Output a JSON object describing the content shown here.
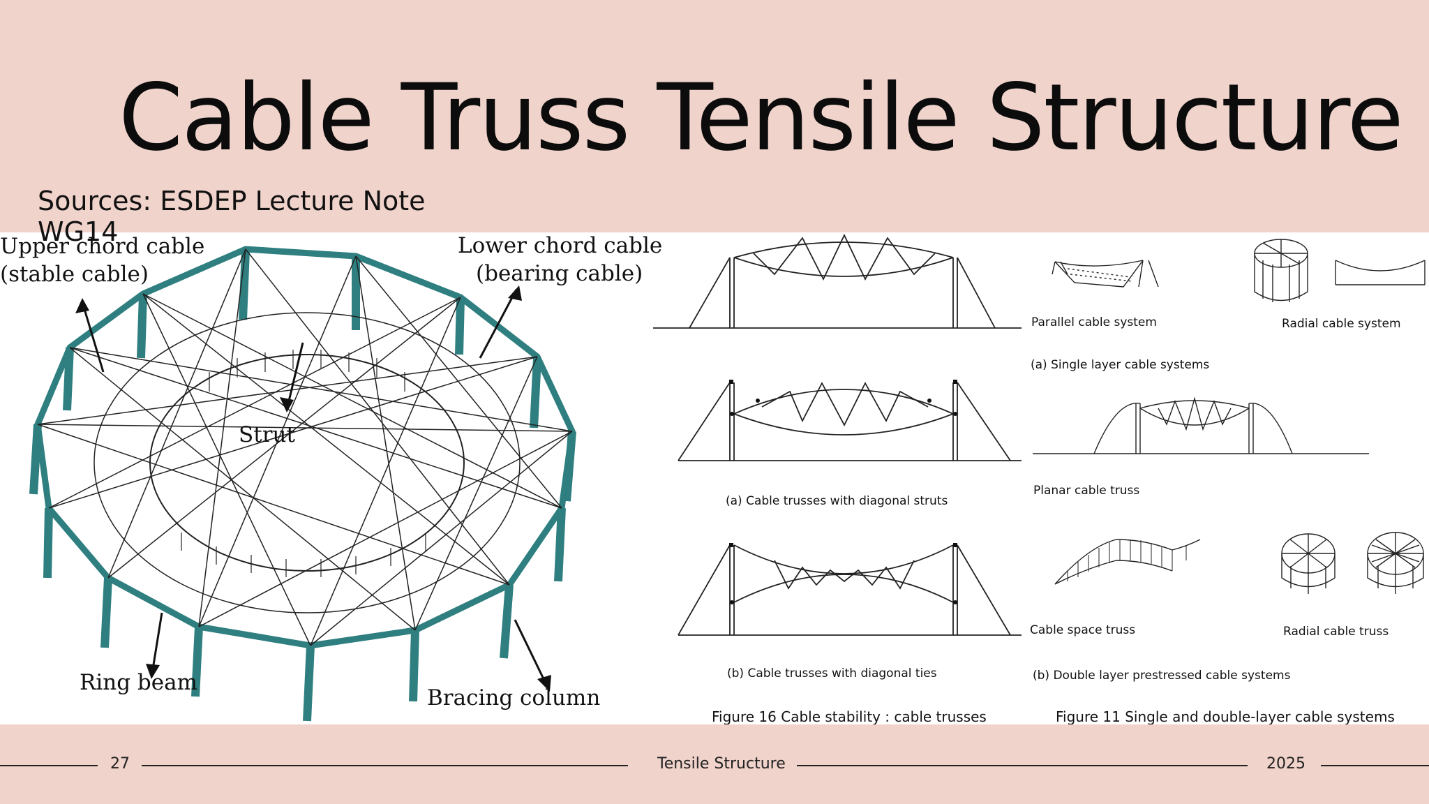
{
  "slide": {
    "title": "Cable Truss Tensile Structure",
    "sources": "Sources: ESDEP Lecture Note WG14"
  },
  "left_figure": {
    "labels": {
      "upper_chord_line1": "Upper chord cable",
      "upper_chord_line2": "(stable cable)",
      "lower_chord_line1": "Lower chord cable",
      "lower_chord_line2": "(bearing cable)",
      "strut": "Strut",
      "ring_beam": "Ring beam",
      "bracing_column": "Bracing column"
    },
    "colors": {
      "beam": "#2f7f80",
      "beam_dark": "#1c5a5b"
    }
  },
  "middle_figure": {
    "subcaption_a": "(a) Cable trusses with diagonal struts",
    "subcaption_b": "(b) Cable trusses with diagonal ties",
    "caption": "Figure 16  Cable stability : cable trusses"
  },
  "right_figure": {
    "parallel": "Parallel cable system",
    "radial": "Radial cable system",
    "single_layer": "(a) Single layer cable systems",
    "planar": "Planar cable truss",
    "space": "Cable space truss",
    "radial_truss": "Radial cable truss",
    "double_layer": "(b) Double layer prestressed cable systems",
    "caption": "Figure 11  Single and double-layer cable systems"
  },
  "footer": {
    "page_number": "27",
    "center_text": "Tensile Structure",
    "year": "2025"
  }
}
